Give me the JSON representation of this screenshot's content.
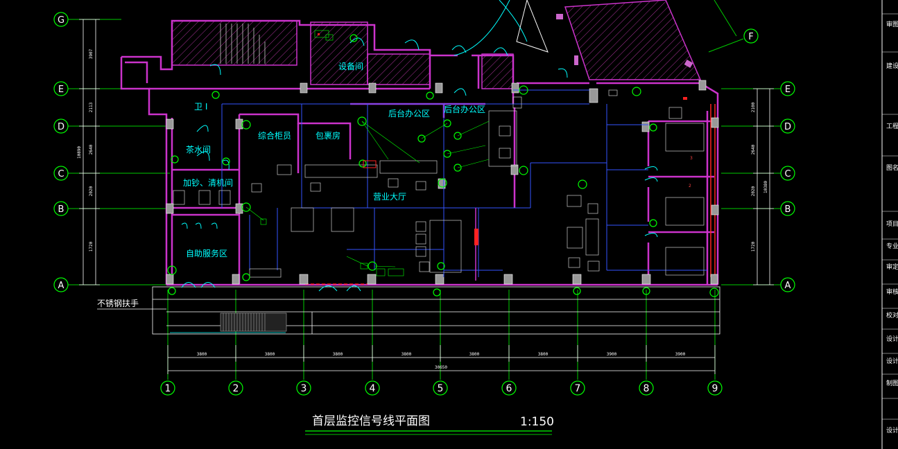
{
  "drawing": {
    "title": "首层监控信号线平面图",
    "scale": "1:150",
    "colors": {
      "background": "#000000",
      "wall": "#cc33cc",
      "hatch": "#cc33cc",
      "room_label": "#00ffff",
      "grid": "#00ff00",
      "dimension": "#ffffff",
      "signal_line": "#3366ff",
      "device": "#00ff00",
      "red_mark": "#ff2222",
      "furniture": "#cccccc"
    }
  },
  "grid": {
    "columns": [
      "1",
      "2",
      "3",
      "4",
      "5",
      "6",
      "7",
      "8",
      "9"
    ],
    "rows_left": [
      "G",
      "E",
      "D",
      "C",
      "B",
      "A"
    ],
    "rows_right": [
      "E",
      "D",
      "C",
      "B",
      "A"
    ],
    "extra_axis": "F"
  },
  "dims": {
    "bottom_spans": [
      "3800",
      "3800",
      "3800",
      "3800",
      "3800",
      "3800",
      "3900",
      "3900"
    ],
    "bottom_total": "30650",
    "left_spans": [
      "3907",
      "2113",
      "2640",
      "2020",
      "1720"
    ],
    "left_total": "10890",
    "right_spans": [
      "2100",
      "2640",
      "2020",
      "1720"
    ],
    "right_total": "10380"
  },
  "rooms": {
    "equipment": "设备间",
    "toilet": "卫 I",
    "tea": "茶水间",
    "cash_machine": "加钞、清机间",
    "self_service": "自助服务区",
    "general_counter": "综合柜员",
    "package": "包裹房",
    "back_office": "后台办公区",
    "back_office_2": "后台办公区",
    "hall": "营业大厅"
  },
  "annotations": {
    "stainless_rail": "不锈钢扶手",
    "office_3": "3",
    "office_2": "2"
  },
  "title_block": {
    "labels": [
      "审图",
      "建设",
      "工程",
      "图名",
      "项目",
      "专业",
      "审定",
      "审核",
      "校对",
      "设计",
      "设计",
      "制图",
      "设计"
    ]
  }
}
